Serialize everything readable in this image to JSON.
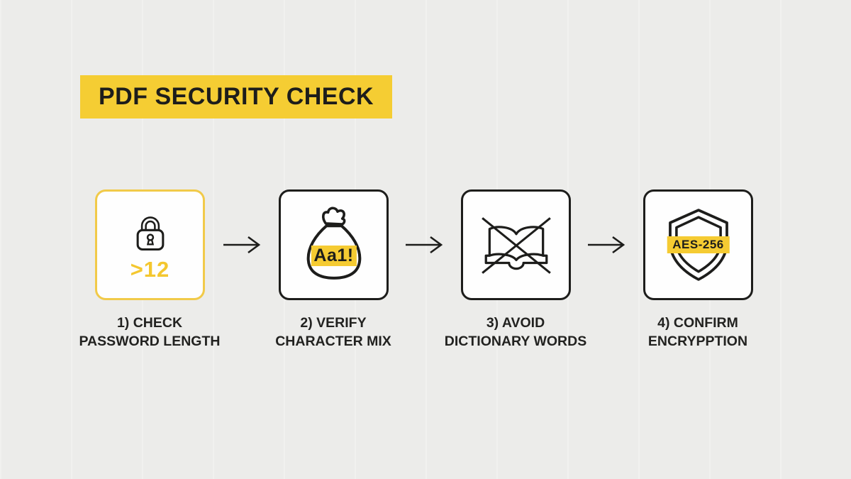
{
  "title": "PDF SECURITY CHECK",
  "colors": {
    "accent_yellow": "#f5cd33",
    "background": "#ececea",
    "ink": "#1d1d1b",
    "card_background": "#fefefe",
    "highlight_card_border": "#f1ca49"
  },
  "steps": [
    {
      "icon": "lock-icon",
      "badge": ">12",
      "label": "1) CHECK\nPASSWORD LENGTH",
      "highlighted": true
    },
    {
      "icon": "money-bag-icon",
      "badge": "Aa1!",
      "label": "2) VERIFY\nCHARACTER MIX",
      "highlighted": false
    },
    {
      "icon": "crossed-book-icon",
      "badge": "",
      "label": "3) AVOID\nDICTIONARY WORDS",
      "highlighted": false
    },
    {
      "icon": "shield-icon",
      "badge": "AES-256",
      "label": "4) CONFIRM\nENCRYPPTION",
      "highlighted": false
    }
  ]
}
